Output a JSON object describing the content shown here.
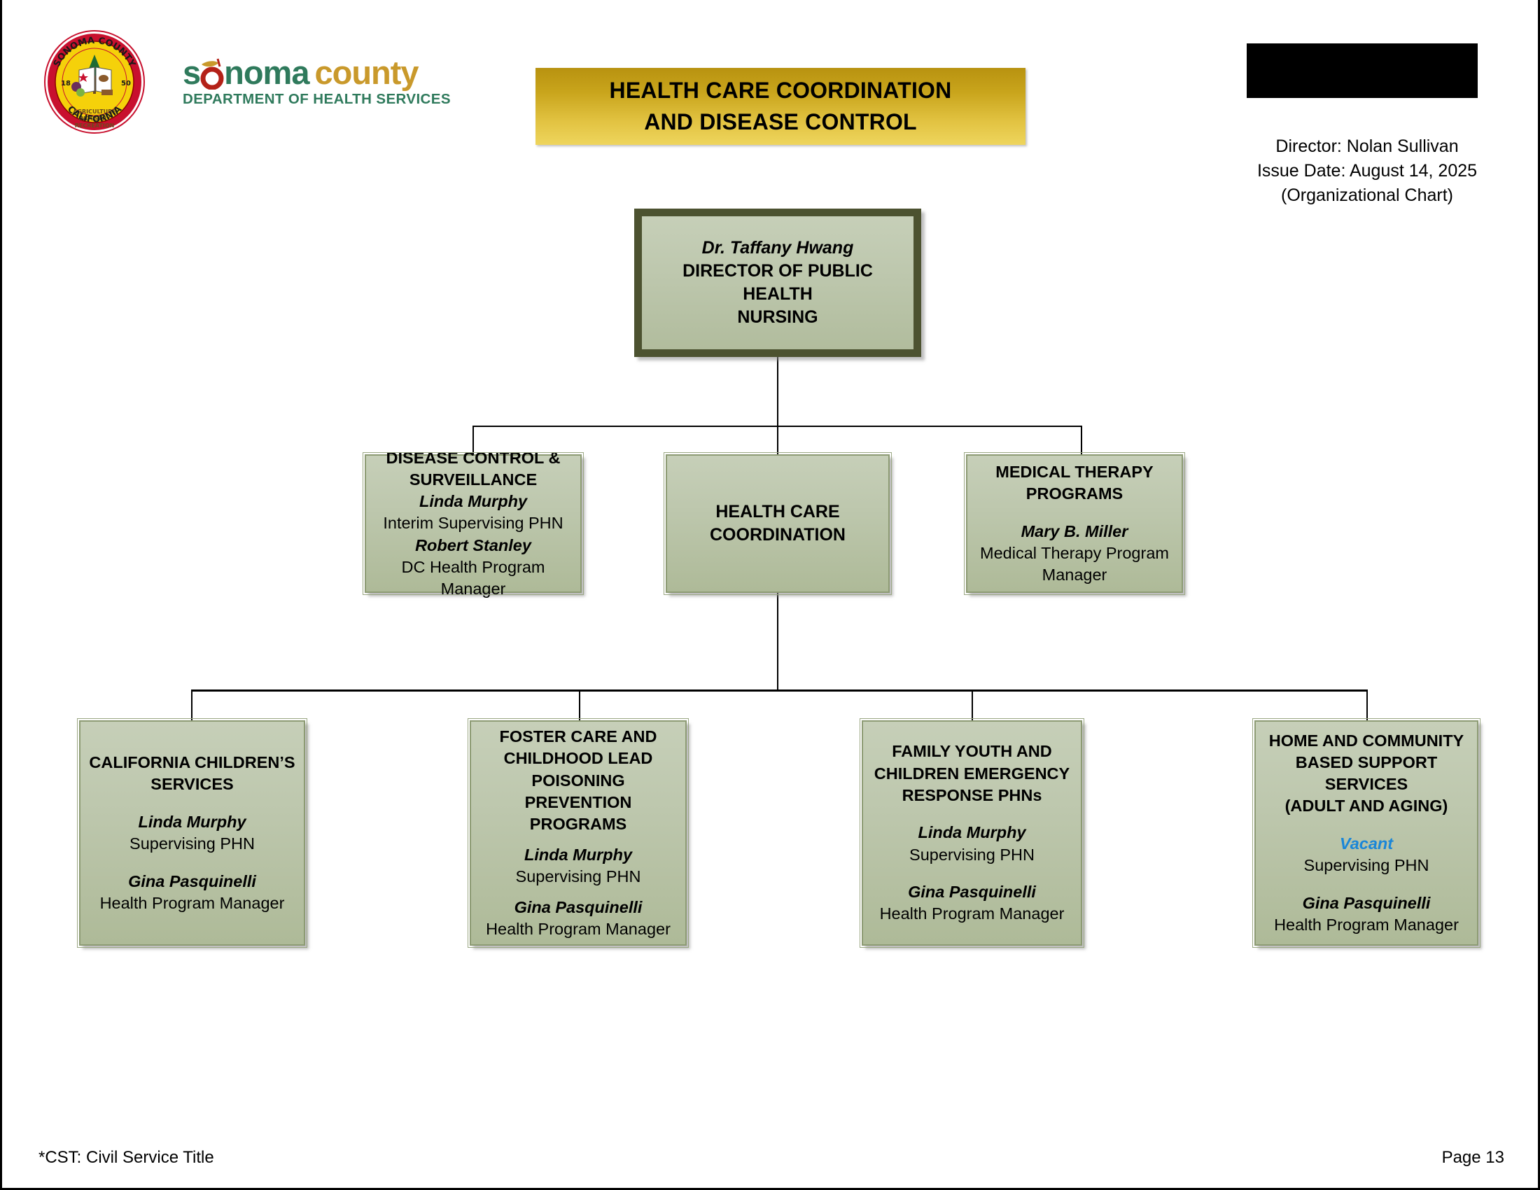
{
  "header": {
    "seal_alt": "sonoma-county-seal",
    "logo_word1": "s",
    "logo_word2": "noma",
    "logo_word3": "county",
    "logo_subtitle": "DEPARTMENT OF HEALTH SERVICES",
    "title_line1": "HEALTH CARE COORDINATION",
    "title_line2": "AND DISEASE CONTROL",
    "director": "Director: Nolan Sullivan",
    "issue_date": "Issue Date: August 14, 2025",
    "chart_kind": "(Organizational Chart)",
    "banner_color_top": "#b89210",
    "banner_color_bottom": "#eed55d"
  },
  "nodes": {
    "root": {
      "name": "Dr. Taffany Hwang",
      "title_line1": "DIRECTOR OF PUBLIC HEALTH",
      "title_line2": "NURSING"
    },
    "disease_control": {
      "heading_line1": "DISEASE CONTROL &",
      "heading_line2": "SURVEILLANCE",
      "name1": "Linda Murphy",
      "title1": "Interim Supervising PHN",
      "name2": "Robert Stanley",
      "title2": "DC Health Program Manager"
    },
    "health_care_coordination": {
      "heading_line1": "HEALTH CARE",
      "heading_line2": "COORDINATION"
    },
    "medical_therapy": {
      "heading_line1": "MEDICAL THERAPY",
      "heading_line2": "PROGRAMS",
      "name1": "Mary B. Miller",
      "title1a": "Medical Therapy Program",
      "title1b": "Manager"
    },
    "california_childrens_services": {
      "heading_line1": "CALIFORNIA CHILDREN’S",
      "heading_line2": "SERVICES",
      "name1": "Linda Murphy",
      "title1": "Supervising PHN",
      "name2": "Gina Pasquinelli",
      "title2": "Health Program Manager"
    },
    "foster_care": {
      "heading_line1": "FOSTER CARE AND",
      "heading_line2": "CHILDHOOD LEAD",
      "heading_line3": "POISONING PREVENTION",
      "heading_line4": "PROGRAMS",
      "name1": "Linda Murphy",
      "title1": "Supervising PHN",
      "name2": "Gina Pasquinelli",
      "title2": "Health Program Manager"
    },
    "family_youth": {
      "heading_line1": "FAMILY YOUTH AND",
      "heading_line2": "CHILDREN EMERGENCY",
      "heading_line3": "RESPONSE PHNs",
      "name1": "Linda Murphy",
      "title1": "Supervising PHN",
      "name2": "Gina Pasquinelli",
      "title2": "Health Program Manager"
    },
    "home_community": {
      "heading_line1": "HOME AND COMMUNITY",
      "heading_line2": "BASED SUPPORT SERVICES",
      "heading_line3": "(ADULT AND AGING)",
      "name1": "Vacant",
      "name1_color": "#1a86d8",
      "title1": "Supervising PHN",
      "name2": "Gina Pasquinelli",
      "title2": "Health Program Manager"
    }
  },
  "footer": {
    "note": "*CST: Civil Service Title",
    "page": "Page 13"
  }
}
